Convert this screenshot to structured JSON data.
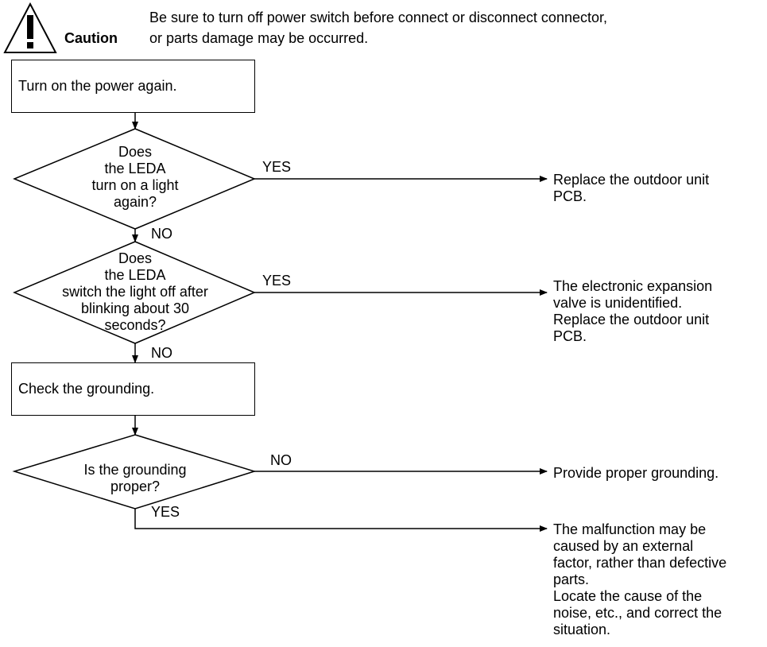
{
  "caution": {
    "label": "Caution",
    "line1": "Be sure to turn off power switch before connect or disconnect connector,",
    "line2": "or parts damage may be occurred."
  },
  "steps": {
    "power_on": "Turn on the power again.",
    "check_grounding": "Check the grounding."
  },
  "decision1": {
    "lines": [
      "Does",
      "the LEDA",
      "turn on a light",
      "again?"
    ],
    "yes_label": "YES",
    "no_label": "NO",
    "yes_result": [
      "Replace the outdoor unit",
      "PCB."
    ]
  },
  "decision2": {
    "lines": [
      "Does",
      "the LEDA",
      "switch the light off after",
      "blinking about 30",
      "seconds?"
    ],
    "yes_label": "YES",
    "no_label": "NO",
    "yes_result": [
      "The electronic expansion",
      "valve is unidentified.",
      "Replace the outdoor unit",
      "PCB."
    ]
  },
  "decision3": {
    "lines": [
      "Is the grounding",
      "proper?"
    ],
    "no_label": "NO",
    "yes_label": "YES",
    "no_result": [
      "Provide proper grounding."
    ],
    "yes_result": [
      "The malfunction may be",
      "caused by an external",
      "factor, rather than defective",
      "parts.",
      "Locate the cause of the",
      "noise, etc., and correct the",
      "situation."
    ]
  }
}
